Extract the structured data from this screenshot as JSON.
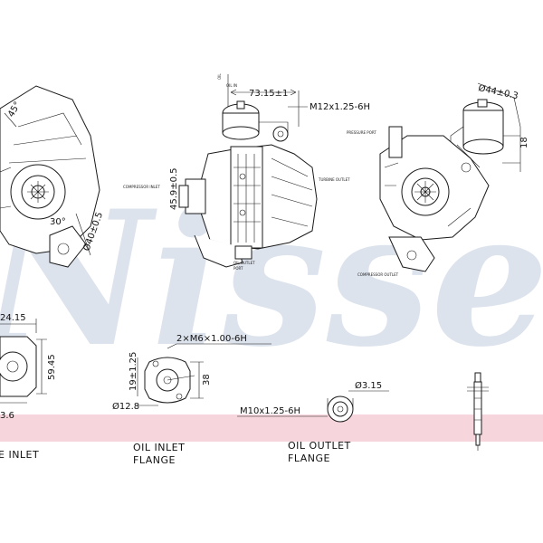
{
  "watermark": {
    "text": "Nissens",
    "color": "#8fa6c4",
    "band_color": "#f6d6dc"
  },
  "dimensions": {
    "top_width": "73.15±1",
    "fitting_thread": "M12x1.25-6H",
    "outlet_diameter": "Ø40±0.5",
    "actuator_diameter": "Ø44±0.3",
    "actuator_height": "18",
    "mid_height": "45.9±0.5",
    "left_angle": "45°",
    "left_angle2": "30°",
    "left_diameter": "Ø40±0.5",
    "inlet_width": "24.15",
    "inlet_height": "59.45",
    "inlet_bottom": "3.6",
    "oil_inlet_threads": "2×M6×1.00-6H",
    "oil_inlet_pitch": "19±1.25",
    "oil_inlet_height": "38",
    "oil_inlet_diameter": "Ø12.8",
    "oil_outlet_diameter": "Ø3.15",
    "oil_outlet_thread": "M10x1.25-6H"
  },
  "small_labels": {
    "oil_in": "OIL IN",
    "oil_out": "OIL OUTLET",
    "compressor_inlet": "COMPRESSOR INLET",
    "turbine_outlet": "TURBINE OUTLET",
    "pressure_port": "PRESSURE PORT",
    "compressor_outlet": "COMPRESSOR OUTLET"
  },
  "captions": {
    "turbine_inlet": "E INLET",
    "oil_inlet_1": "OIL INLET",
    "oil_inlet_2": "FLANGE",
    "oil_outlet_1": "OIL OUTLET",
    "oil_outlet_2": "FLANGE"
  }
}
